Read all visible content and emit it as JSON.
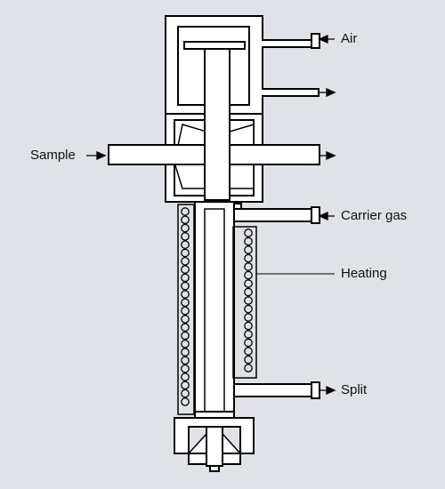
{
  "labels": {
    "air": "Air",
    "sample": "Sample",
    "carrier_gas": "Carrier gas",
    "heating": "Heating",
    "split": "Split"
  },
  "colors": {
    "background": "#dfe3e8",
    "fill": "#ffffff",
    "stroke": "#000000"
  }
}
